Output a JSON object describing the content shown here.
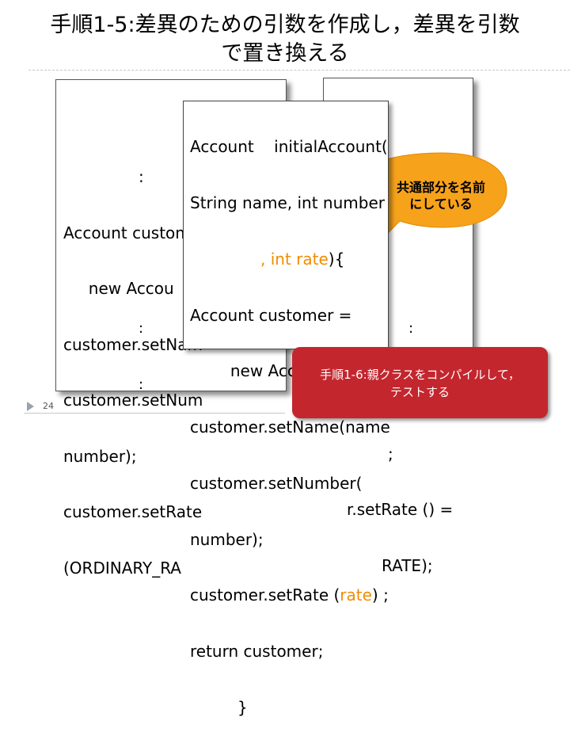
{
  "slide": {
    "title_line1": "手順1-5:差異のための引数を作成し，差異を引数",
    "title_line2": "で置き換える",
    "page_number": "24"
  },
  "left_panel": {
    "lines": [
      ":",
      "Account custome",
      "     new Accou",
      "customer.setNam",
      "customer.setNum",
      "number);",
      "customer.setRate",
      "(ORDINARY_RA"
    ],
    "trailing_dots": [
      ":",
      ":"
    ]
  },
  "right_panel": {
    "lines": [
      ":",
      "",
      "",
      "",
      "",
      ";",
      "r.setRate () =",
      "RATE);"
    ],
    "trailing_dots": [
      ":",
      ":"
    ]
  },
  "method_box": {
    "line1": "Account    initialAccount(",
    "line2": "String name, int number",
    "line3_pre": "              ",
    "line3_accent": ", int rate",
    "line3_post": "){",
    "line4": "Account customer =",
    "line5": "        new Account();",
    "line6": "customer.setName(name",
    "line7": "customer.setNumber(",
    "line8": "number);",
    "line9_pre": "customer.setRate (",
    "line9_accent": "rate",
    "line9_post": ") ;",
    "line10": "return customer;",
    "line11": "}"
  },
  "callout": {
    "line1": "共通部分を名前",
    "line2": "にしている",
    "fill_color": "#f7a21b"
  },
  "step_box": {
    "line1": "手順1-6:親クラスをコンパイルして，",
    "line2": "テストする",
    "fill_color": "#c4262e"
  }
}
